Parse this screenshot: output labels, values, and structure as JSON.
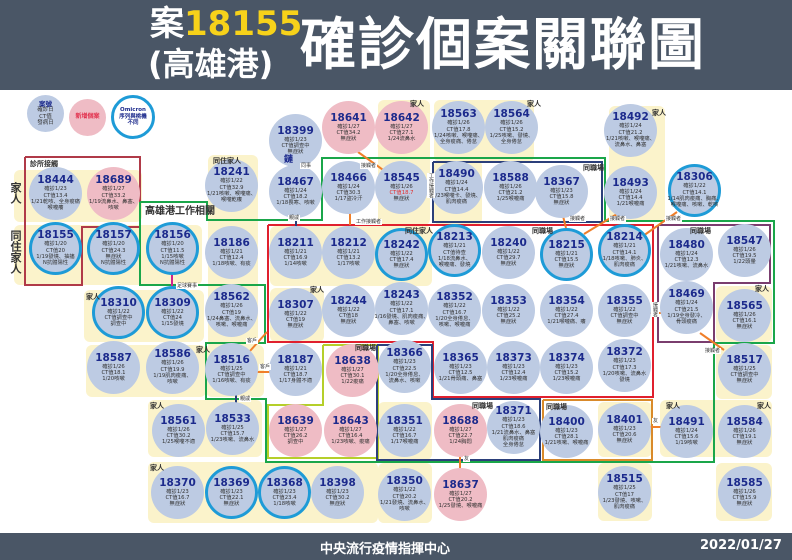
{
  "header": {
    "case_prefix": "案",
    "case_number": "18155",
    "location": "(高雄港)",
    "title": "確診個案關聯圖"
  },
  "legend": {
    "standard": [
      "案號",
      "確診日",
      "CT值",
      "發病日"
    ],
    "new_case": "新增個案",
    "omicron": [
      "Omicron",
      "序列與桃機",
      "不同"
    ]
  },
  "colors": {
    "standard": "#bdcbe3",
    "new_case": "#efbcc5",
    "omicron_ring": "#1e9bd7",
    "family_bg": "#fbf3cb",
    "header_bg": "#4a5666",
    "case_number": "#f7d21a",
    "ct_alert": "#e32b2b"
  },
  "labels": [
    "診所接觸",
    "家人",
    "同住家人",
    "高雄港工作相關",
    "同住家人",
    "家人",
    "家人",
    "家人",
    "同職場",
    "同住家人",
    "同職場",
    "同職場",
    "家人",
    "家人",
    "家人",
    "家人",
    "同職場",
    "家人",
    "同職場",
    "同職場",
    "家人",
    "家人",
    "家人",
    "同事",
    "接觸者",
    "工作接觸者",
    "工作接觸者",
    "親戚",
    "接觸者",
    "接觸者",
    "接觸者",
    "足球賽事",
    "接觸者",
    "接觸者",
    "客戶",
    "客戶",
    "親戚",
    "友",
    "友",
    "鏈"
  ],
  "nodes": [
    {
      "id": "18399",
      "kind": "standard",
      "lines": [
        "確診1/23",
        "CT值調查中",
        "無症狀"
      ]
    },
    {
      "id": "18641",
      "kind": "new",
      "lines": [
        "確診1/27",
        "CT值34.2",
        "無症狀"
      ]
    },
    {
      "id": "18642",
      "kind": "new",
      "lines": [
        "確診1/27",
        "CT值27.1",
        "1/24流鼻水"
      ]
    },
    {
      "id": "18563",
      "kind": "standard",
      "lines": [
        "確診1/26",
        "CT值17.8",
        "1/24咳嗽、喉嚨痛、",
        "全身痠痛、倦怠"
      ]
    },
    {
      "id": "18564",
      "kind": "standard",
      "lines": [
        "確診1/26",
        "CT值15.2",
        "1/25咳嗽、發燒、",
        "全身倦怠"
      ]
    },
    {
      "id": "18492",
      "kind": "standard",
      "lines": [
        "確診1/24",
        "CT值21.2",
        "1/21咳嗽、喉嚨痛、",
        "流鼻水、鼻塞"
      ]
    },
    {
      "id": "18444",
      "kind": "standard",
      "lines": [
        "確診1/23",
        "CT值13.4",
        "1/21乾咳、全身痠痛",
        "喉嚨癢"
      ]
    },
    {
      "id": "18689",
      "kind": "new",
      "lines": [
        "確診1/27",
        "CT值33.2",
        "1/19流鼻水、鼻塞、",
        "咳嗽"
      ]
    },
    {
      "id": "18241",
      "kind": "standard",
      "lines": [
        "確診1/22",
        "CT值32.9",
        "1/21咳嗽、喉嚨痛、",
        "喉嚨乾癢"
      ]
    },
    {
      "id": "18467",
      "kind": "standard",
      "lines": [
        "確診1/24",
        "CT值18.2",
        "1/18畏寒、咳嗽"
      ]
    },
    {
      "id": "18466",
      "kind": "standard",
      "lines": [
        "確診1/24",
        "CT值30.3",
        "1/17盜冷汗"
      ]
    },
    {
      "id": "18545",
      "kind": "standard",
      "lines": [
        "確診1/26",
        "CT值18.7",
        "無症狀"
      ],
      "alert_line": 1
    },
    {
      "id": "18490",
      "kind": "standard",
      "lines": [
        "確診1/24",
        "CT值14.4",
        "1/23喉嚨卡、發燒、",
        "肌肉痠痛"
      ]
    },
    {
      "id": "18588",
      "kind": "standard",
      "lines": [
        "確診1/26",
        "CT值21.2",
        "1/25喉嚨痛"
      ]
    },
    {
      "id": "18367",
      "kind": "standard",
      "lines": [
        "確診1/23",
        "CT值15.8",
        "無症狀"
      ]
    },
    {
      "id": "18493",
      "kind": "standard",
      "lines": [
        "確診1/24",
        "CT值14.4",
        "1/21喉嚨痛"
      ]
    },
    {
      "id": "18306",
      "kind": "omicron",
      "lines": [
        "確診1/22",
        "CT值14.1",
        "1/14肌肉痠痛、胸痛、",
        "喉嚨痛、咳嗽、乾咳"
      ]
    },
    {
      "id": "18155",
      "kind": "omicron",
      "lines": [
        "確診1/20",
        "CT值20",
        "1/19發燒、抽搐",
        "N抗體陽性"
      ]
    },
    {
      "id": "18157",
      "kind": "omicron",
      "lines": [
        "確診1/20",
        "CT值24.3",
        "無症狀",
        "N抗體陽性"
      ]
    },
    {
      "id": "18156",
      "kind": "omicron",
      "lines": [
        "確診1/20",
        "CT值11.5",
        "1/15咳嗽",
        "N抗體陽性"
      ]
    },
    {
      "id": "18186",
      "kind": "standard",
      "lines": [
        "確診1/21",
        "CT值12.4",
        "1/18咳嗽、有痰"
      ]
    },
    {
      "id": "18211",
      "kind": "standard",
      "lines": [
        "確診1/21",
        "CT值16.9",
        "1/14咳嗽"
      ]
    },
    {
      "id": "18212",
      "kind": "standard",
      "lines": [
        "確診1/21",
        "CT值13.2",
        "1/17咳嗽"
      ]
    },
    {
      "id": "18242",
      "kind": "omicron",
      "lines": [
        "確診1/22",
        "CT值17.4",
        "無症狀"
      ]
    },
    {
      "id": "18213",
      "kind": "omicron",
      "lines": [
        "確診1/21",
        "CT值待查",
        "1/18流鼻水、",
        "喉嚨痛、發燒"
      ]
    },
    {
      "id": "18240",
      "kind": "standard",
      "lines": [
        "確診1/22",
        "CT值29.7",
        "無症狀"
      ]
    },
    {
      "id": "18215",
      "kind": "omicron",
      "lines": [
        "確診1/21",
        "CT值15.5",
        "無症狀"
      ]
    },
    {
      "id": "18214",
      "kind": "omicron",
      "lines": [
        "確診1/21",
        "CT值14.1",
        "1/18咳嗽、肺炎、",
        "肌肉痠痛"
      ]
    },
    {
      "id": "18480",
      "kind": "standard",
      "lines": [
        "確診1/24",
        "CT值12.3",
        "1/21咳嗽、流鼻水"
      ]
    },
    {
      "id": "18547",
      "kind": "standard",
      "lines": [
        "確診1/26",
        "CT值19.5",
        "1/22頭暈"
      ]
    },
    {
      "id": "18310",
      "kind": "omicron",
      "lines": [
        "確診1/22",
        "CT值調查中",
        "調查中"
      ]
    },
    {
      "id": "18309",
      "kind": "omicron",
      "lines": [
        "確診1/22",
        "CT值24",
        "1/15發燒"
      ]
    },
    {
      "id": "18562",
      "kind": "standard",
      "lines": [
        "確診1/26",
        "CT值19",
        "1/24鼻塞、流鼻水、",
        "咳嗽、喉嚨痛"
      ]
    },
    {
      "id": "18307",
      "kind": "standard",
      "lines": [
        "確診1/22",
        "CT值19",
        "無症狀"
      ]
    },
    {
      "id": "18244",
      "kind": "standard",
      "lines": [
        "確診1/22",
        "CT值18",
        "無症狀"
      ]
    },
    {
      "id": "18243",
      "kind": "standard",
      "lines": [
        "確診1/22",
        "CT值17.1",
        "1/16發燒、肌肉痠痛、",
        "鼻塞、咳嗽"
      ]
    },
    {
      "id": "18352",
      "kind": "standard",
      "lines": [
        "確診1/22",
        "CT值16.7",
        "1/20全身倦怠、",
        "咳嗽、喉嚨痛"
      ]
    },
    {
      "id": "18353",
      "kind": "standard",
      "lines": [
        "確診1/22",
        "CT值25.2",
        "無症狀"
      ]
    },
    {
      "id": "18354",
      "kind": "standard",
      "lines": [
        "確診1/22",
        "CT值27.4",
        "1/21喉嚨痛、癢"
      ]
    },
    {
      "id": "18355",
      "kind": "standard",
      "lines": [
        "確診1/22",
        "CT值調查中",
        "無症狀"
      ]
    },
    {
      "id": "18469",
      "kind": "standard",
      "lines": [
        "確診1/24",
        "CT值21.5",
        "1/19全身發冷、",
        "骨頭痠痛"
      ]
    },
    {
      "id": "18565",
      "kind": "standard",
      "lines": [
        "確診1/26",
        "CT值16.1",
        "無症狀"
      ]
    },
    {
      "id": "18587",
      "kind": "standard",
      "lines": [
        "確診1/26",
        "CT值18.1",
        "1/20咳嗽"
      ]
    },
    {
      "id": "18586",
      "kind": "standard",
      "lines": [
        "確診1/26",
        "CT值19.9",
        "1/19肌肉痠痛、",
        "咳嗽"
      ]
    },
    {
      "id": "18516",
      "kind": "standard",
      "lines": [
        "確診1/25",
        "CT值調查中",
        "1/16咳嗽、有痰"
      ]
    },
    {
      "id": "18187",
      "kind": "standard",
      "lines": [
        "確診1/21",
        "CT值18.7",
        "1/17身體不適"
      ]
    },
    {
      "id": "18638",
      "kind": "new",
      "lines": [
        "確診1/27",
        "CT值30.1",
        "1/22痠痛"
      ]
    },
    {
      "id": "18366",
      "kind": "standard",
      "lines": [
        "確診1/23",
        "CT值22.5",
        "1/20全身倦怠、",
        "流鼻水、咳嗽"
      ]
    },
    {
      "id": "18365",
      "kind": "standard",
      "lines": [
        "確診1/23",
        "CT值12.5",
        "1/21骨頭痛、鼻塞"
      ]
    },
    {
      "id": "18373",
      "kind": "standard",
      "lines": [
        "確診1/23",
        "CT值12.4",
        "1/23喉嚨痛"
      ]
    },
    {
      "id": "18374",
      "kind": "standard",
      "lines": [
        "確診1/23",
        "CT值15.2",
        "1/23喉嚨痛"
      ]
    },
    {
      "id": "18372",
      "kind": "standard",
      "lines": [
        "確診1/23",
        "CT值17.3",
        "1/20咳嗽、流鼻水",
        "發燒"
      ]
    },
    {
      "id": "18517",
      "kind": "standard",
      "lines": [
        "確診1/25",
        "CT值調查中",
        "無症狀"
      ]
    },
    {
      "id": "18561",
      "kind": "standard",
      "lines": [
        "確診1/26",
        "CT值30.2",
        "1/25喉嚨不適"
      ]
    },
    {
      "id": "18533",
      "kind": "standard",
      "lines": [
        "確診1/25",
        "CT值15.7",
        "1/23咳嗽、流鼻水"
      ]
    },
    {
      "id": "18639",
      "kind": "new",
      "lines": [
        "確診1/27",
        "CT值26.2",
        "調查中"
      ]
    },
    {
      "id": "18643",
      "kind": "new",
      "lines": [
        "確診1/27",
        "CT值16.4",
        "1/23咳嗽、痠痛"
      ]
    },
    {
      "id": "18351",
      "kind": "standard",
      "lines": [
        "確診1/22",
        "CT值16.7",
        "1/17喉嚨痛"
      ]
    },
    {
      "id": "18688",
      "kind": "new",
      "lines": [
        "確診1/27",
        "CT值22.7",
        "1/24胸悶"
      ]
    },
    {
      "id": "18371",
      "kind": "standard",
      "lines": [
        "確診1/23",
        "CT值18.6",
        "1/21流鼻水、鼻塞",
        "肌肉痠痛",
        "全身倦怠"
      ]
    },
    {
      "id": "18400",
      "kind": "standard",
      "lines": [
        "確診1/23",
        "CT值28.1",
        "1/21咳嗽、喉嚨痛"
      ]
    },
    {
      "id": "18401",
      "kind": "standard",
      "lines": [
        "確診1/23",
        "CT值20.6",
        "無症狀"
      ]
    },
    {
      "id": "18491",
      "kind": "standard",
      "lines": [
        "確診1/24",
        "CT值15.6",
        "1/19咳嗽"
      ]
    },
    {
      "id": "18584",
      "kind": "standard",
      "lines": [
        "確診1/26",
        "CT值19.1",
        "無症狀"
      ]
    },
    {
      "id": "18370",
      "kind": "standard",
      "lines": [
        "確診1/23",
        "CT值16.7",
        "無症狀"
      ]
    },
    {
      "id": "18369",
      "kind": "omicron",
      "lines": [
        "確診1/23",
        "CT值22.1",
        "無症狀"
      ]
    },
    {
      "id": "18368",
      "kind": "omicron",
      "lines": [
        "確診1/23",
        "CT值23.4",
        "1/18咳嗽"
      ]
    },
    {
      "id": "18398",
      "kind": "standard",
      "lines": [
        "確診1/23",
        "CT值30.2",
        "無症狀"
      ]
    },
    {
      "id": "18350",
      "kind": "standard",
      "lines": [
        "確診1/22",
        "CT值20.2",
        "1/21發燒、流鼻水、",
        "咳嗽"
      ]
    },
    {
      "id": "18637",
      "kind": "new",
      "lines": [
        "確診1/27",
        "CT值20.2",
        "1/25發燒、喉嚨痛"
      ]
    },
    {
      "id": "18515",
      "kind": "standard",
      "lines": [
        "確診1/25",
        "CT值17",
        "1/23發燒、咳嗽、",
        "肌肉痠痛"
      ]
    },
    {
      "id": "18585",
      "kind": "standard",
      "lines": [
        "確診1/26",
        "CT值15.9",
        "無症狀"
      ]
    }
  ],
  "footer": {
    "organization": "中央流行疫情指揮中心",
    "date": "2022/01/27"
  }
}
